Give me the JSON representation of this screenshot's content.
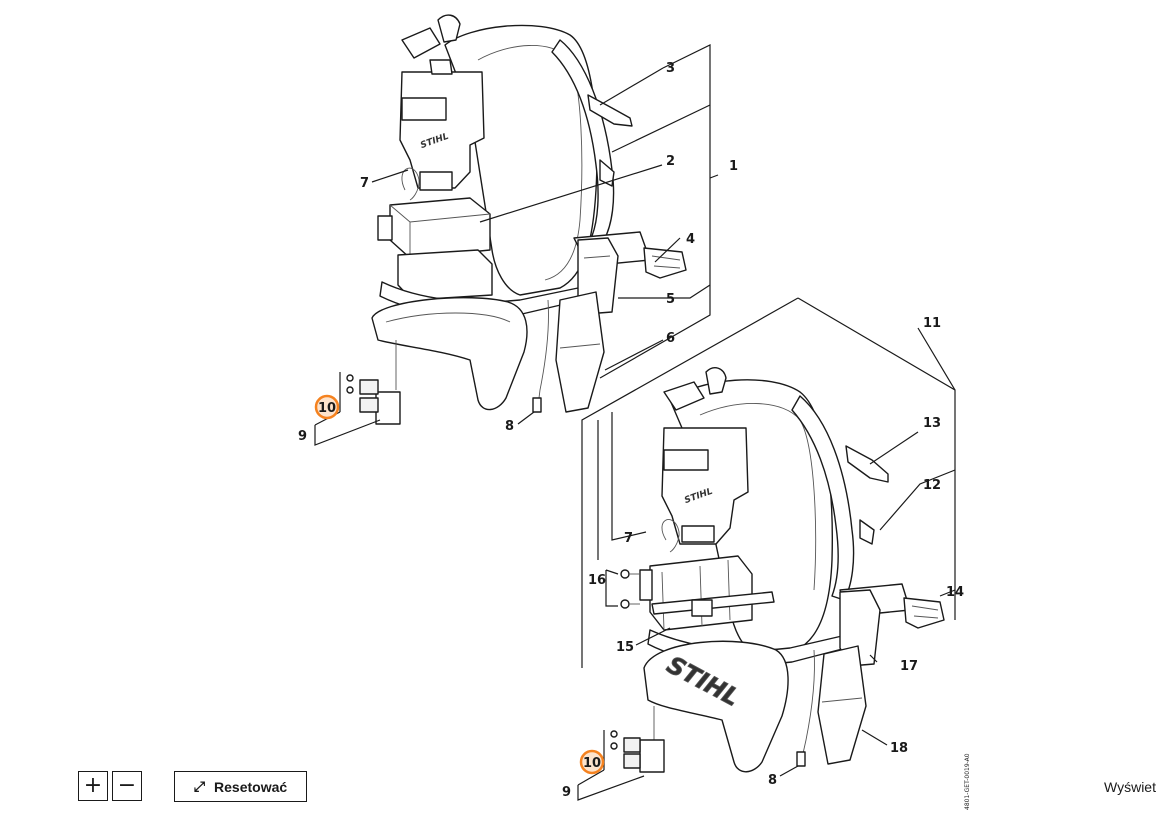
{
  "callouts": {
    "c1": "1",
    "c2": "2",
    "c3": "3",
    "c4": "4",
    "c5": "5",
    "c6": "6",
    "c7a": "7",
    "c8a": "8",
    "c9a": "9",
    "c10a": "10",
    "c11": "11",
    "c12": "12",
    "c13": "13",
    "c14": "14",
    "c15": "15",
    "c16": "16",
    "c17": "17",
    "c18": "18",
    "c7b": "7",
    "c8b": "8",
    "c9b": "9",
    "c10b": "10"
  },
  "logos": {
    "top": "STIHL",
    "mid": "STIHL",
    "bottom": "STIHL"
  },
  "drawing_code": "4801-GET-0019-A0",
  "controls": {
    "zoom_in": "+",
    "zoom_out": "−",
    "reset_icon": "⤢",
    "reset_label": "Resetować",
    "view_label": "Wyświet"
  },
  "colors": {
    "highlight": "#f5821f",
    "highlight_fill": "#fde3cc"
  }
}
